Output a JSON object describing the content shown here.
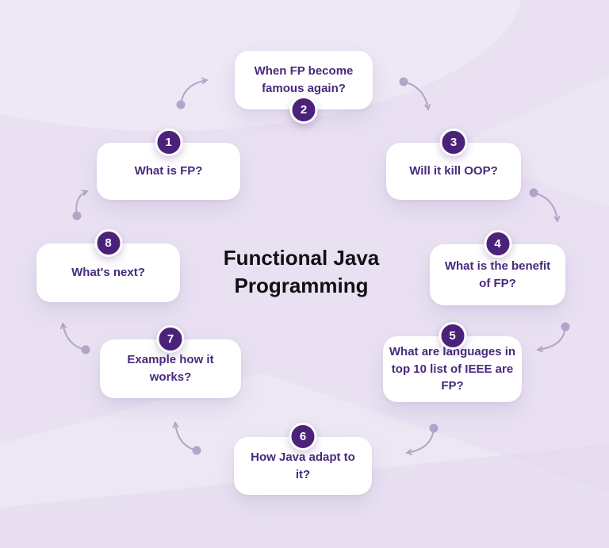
{
  "title": "Functional Java Programming",
  "steps": [
    {
      "number": "1",
      "label": "What is FP?"
    },
    {
      "number": "2",
      "label": "When FP become famous again?"
    },
    {
      "number": "3",
      "label": "Will it kill OOP?"
    },
    {
      "number": "4",
      "label": "What is the benefit of FP?"
    },
    {
      "number": "5",
      "label": "What are languages in top 10 list of IEEE are FP?"
    },
    {
      "number": "6",
      "label": "How Java adapt to it?"
    },
    {
      "number": "7",
      "label": "Example how it works?"
    },
    {
      "number": "8",
      "label": "What's next?"
    }
  ],
  "colors": {
    "background": "#e9e1f2",
    "card": "#ffffff",
    "card_text": "#472a7c",
    "badge": "#4b2279",
    "arrow": "#b2a5c8",
    "title_text": "#111013"
  }
}
